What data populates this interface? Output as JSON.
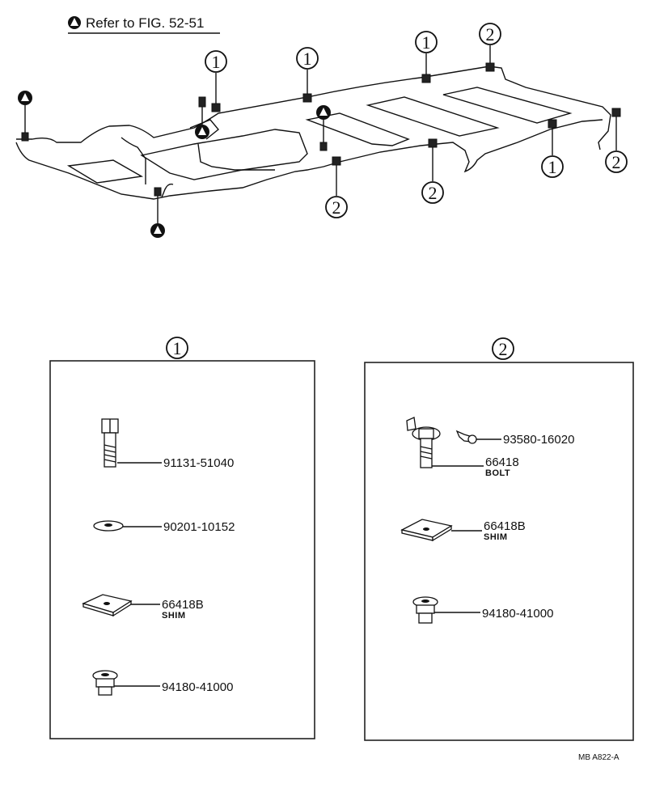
{
  "header": {
    "refer_text": "Refer to FIG. 52-51"
  },
  "overview": {
    "callouts": [
      {
        "label": "1"
      },
      {
        "label": "1"
      },
      {
        "label": "1"
      },
      {
        "label": "1"
      },
      {
        "label": "2"
      },
      {
        "label": "2"
      },
      {
        "label": "2"
      },
      {
        "label": "2"
      }
    ]
  },
  "group1": {
    "number": "1",
    "parts": [
      {
        "part_no": "91131-51040",
        "sub": "",
        "icon": "bolt-icon"
      },
      {
        "part_no": "90201-10152",
        "sub": "",
        "icon": "washer-icon"
      },
      {
        "part_no": "66418B",
        "sub": "SHIM",
        "icon": "shim-icon"
      },
      {
        "part_no": "94180-41000",
        "sub": "",
        "icon": "nut-icon"
      }
    ]
  },
  "group2": {
    "number": "2",
    "parts": [
      {
        "part_no": "93580-16020",
        "sub": "",
        "icon": "screw-icon"
      },
      {
        "part_no": "66418",
        "sub": "BOLT",
        "icon": "bolt-with-bracket-icon"
      },
      {
        "part_no": "66418B",
        "sub": "SHIM",
        "icon": "shim-icon"
      },
      {
        "part_no": "94180-41000",
        "sub": "",
        "icon": "nut-icon"
      }
    ]
  },
  "footer": {
    "code": "MB  A822-A"
  }
}
